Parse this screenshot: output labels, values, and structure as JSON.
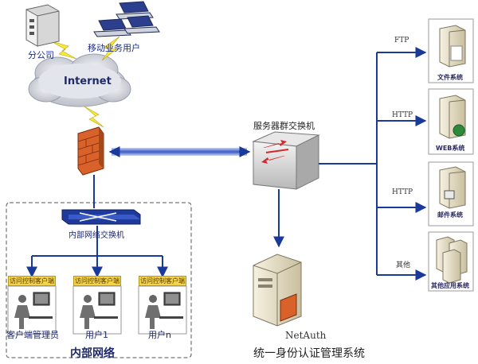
{
  "colors": {
    "link": "#1a3a9a",
    "lightning": "#f7ea37",
    "firewall": "#d9622b",
    "tag": "#f3d24b"
  },
  "internet": {
    "label": "Internet"
  },
  "branch": {
    "label": "分公司"
  },
  "mobile": {
    "label": "移动业务用户"
  },
  "core_switch": {
    "label": "服务器群交换机"
  },
  "lan_switch": {
    "label": "内部网络交换机"
  },
  "lan": {
    "label": "内部网络"
  },
  "clients": [
    {
      "tag": "访问控制客户端",
      "label": "客户端管理员"
    },
    {
      "tag": "访问控制客户端",
      "label": "用户1"
    },
    {
      "tag": "访问控制客户端",
      "label": "用户n"
    }
  ],
  "servers": [
    {
      "protocol": "FTP",
      "label": "文件系统"
    },
    {
      "protocol": "HTTP",
      "label": "WEB系统"
    },
    {
      "protocol": "HTTP",
      "label": "邮件系统"
    },
    {
      "protocol": "其他",
      "label": "其他应用系统"
    }
  ],
  "auth": {
    "name": "NetAuth",
    "title": "统一身份认证管理系统"
  }
}
